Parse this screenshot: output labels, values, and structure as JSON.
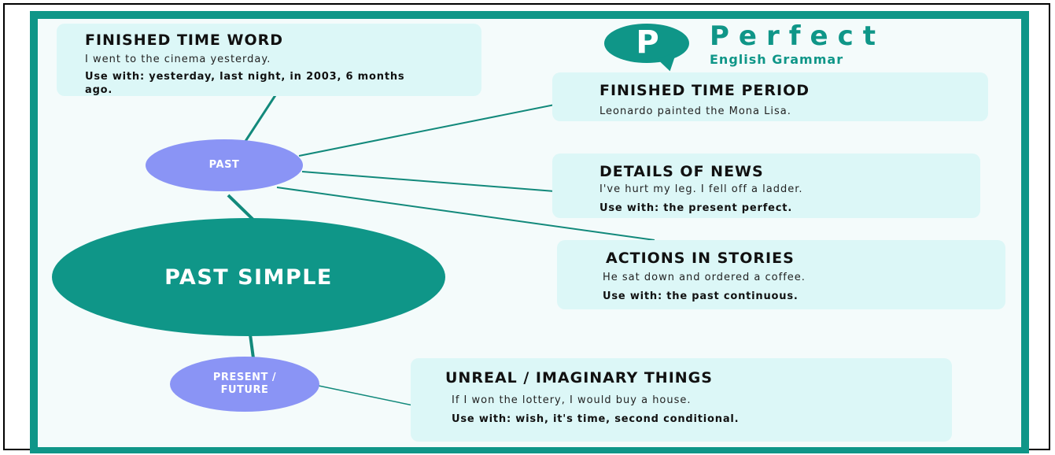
{
  "colors": {
    "frame": "#0f9688",
    "panel": "#f4fbfb",
    "card": "#dcf7f7",
    "node_small": "#8a94f5",
    "node_main": "#0f9688",
    "connector": "#12897b"
  },
  "logo": {
    "letter": "P",
    "word": "Perfect",
    "subtitle": "English Grammar"
  },
  "nodes": {
    "main": "PAST SIMPLE",
    "past": "PAST",
    "present_future": "PRESENT / FUTURE"
  },
  "cards": {
    "finished_time_word": {
      "title": "FINISHED TIME WORD",
      "example": "I went to the cinema yesterday.",
      "usage": "Use with: yesterday, last night, in 2003, 6 months ago."
    },
    "finished_time_period": {
      "title": "FINISHED TIME PERIOD",
      "example": "Leonardo painted the Mona Lisa."
    },
    "details_of_news": {
      "title": "DETAILS OF NEWS",
      "example": "I've hurt my leg. I fell off a ladder.",
      "usage": "Use with: the present perfect."
    },
    "actions_in_stories": {
      "title": "ACTIONS IN STORIES",
      "example": "He sat down and ordered a coffee.",
      "usage": "Use with: the past continuous."
    },
    "unreal_imaginary": {
      "title": "UNREAL / IMAGINARY THINGS",
      "example": "If I won the lottery, I would buy a house.",
      "usage": "Use with: wish, it's time, second conditional."
    }
  }
}
